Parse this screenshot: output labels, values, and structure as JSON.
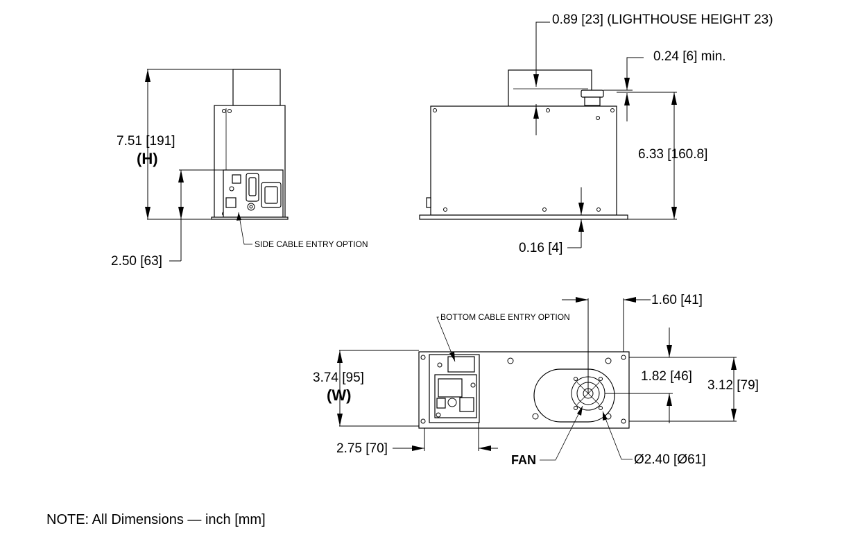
{
  "views": {
    "side": {
      "height_dim": "7.51 [191]",
      "height_tag": "(H)",
      "connector_dim": "2.50 [63]",
      "side_cable_label": "SIDE CABLE ENTRY OPTION"
    },
    "front": {
      "lighthouse_dim": "0.89 [23] (LIGHTHOUSE HEIGHT 23)",
      "min_gap_dim": "0.24 [6] min.",
      "body_height_dim": "6.33 [160.8]",
      "base_dim": "0.16 [4]"
    },
    "bottom": {
      "bottom_cable_label": "BOTTOM CABLE ENTRY OPTION",
      "width_dim": "3.74 [95]",
      "width_tag": "(W)",
      "offset_dim": "2.75 [70]",
      "fan_x_dim": "1.60 [41]",
      "fan_y_dim": "1.82 [46]",
      "hole_span_dim": "3.12 [79]",
      "fan_diameter_dim": "Ø2.40 [Ø61]",
      "fan_label": "FAN"
    }
  },
  "note": "NOTE: All Dimensions — inch [mm]"
}
